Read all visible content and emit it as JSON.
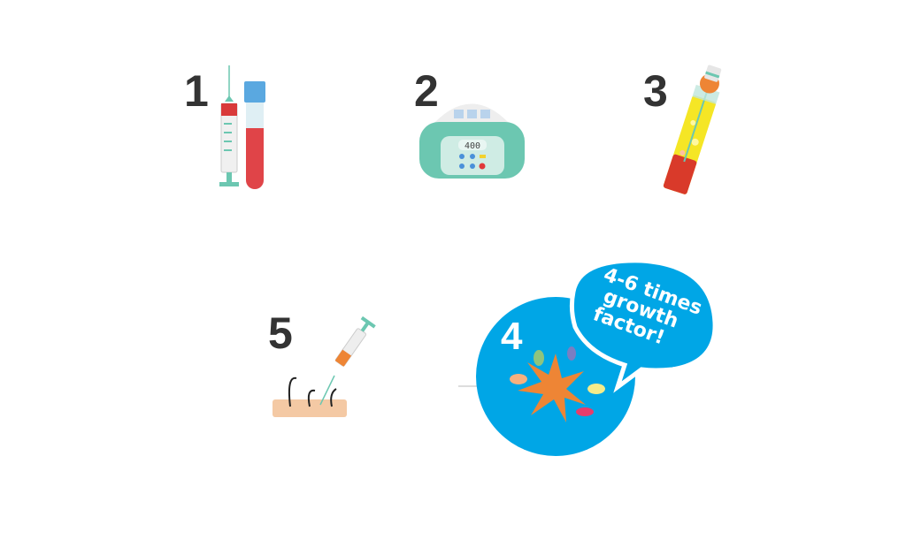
{
  "steps": [
    {
      "number": "1",
      "icon": "syringe-and-blood-tube-icon"
    },
    {
      "number": "2",
      "icon": "centrifuge-icon",
      "display": "400"
    },
    {
      "number": "3",
      "icon": "prp-extraction-tube-icon"
    },
    {
      "number": "4",
      "icon": "growth-factor-cell-icon",
      "bubble": [
        "4-6 times",
        "growth",
        "factor!"
      ]
    },
    {
      "number": "5",
      "icon": "scalp-injection-icon"
    }
  ],
  "colors": {
    "accent_blue": "#00a6e6",
    "number_gray": "#333333",
    "mint": "#6cc7b1",
    "blood": "#d93a3a",
    "orange": "#ee8535"
  }
}
